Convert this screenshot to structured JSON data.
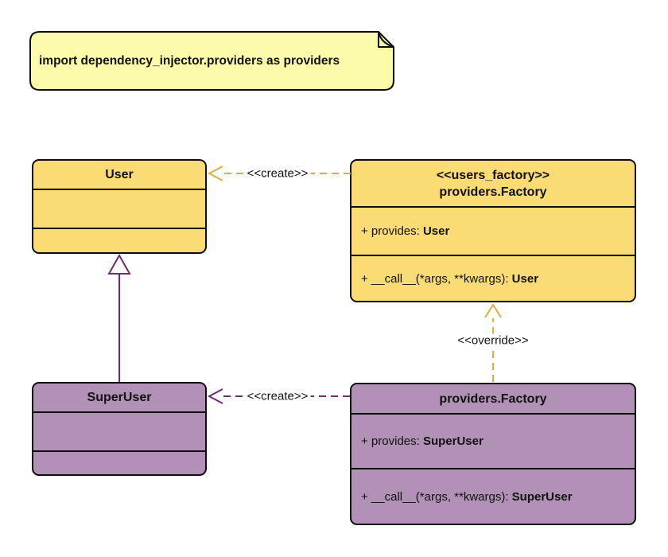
{
  "note": {
    "text": "import dependency_injector.providers as providers"
  },
  "classes": {
    "user": {
      "name": "User"
    },
    "superuser": {
      "name": "SuperUser"
    },
    "users_factory": {
      "stereotype": "<<users_factory>>",
      "name": "providers.Factory",
      "attribute": {
        "prefix": "+ provides: ",
        "type": "User"
      },
      "method": {
        "prefix": "+ __call__(*args, **kwargs): ",
        "type": "User"
      }
    },
    "superusers_factory": {
      "name": "providers.Factory",
      "attribute": {
        "prefix": "+ provides: ",
        "type": "SuperUser"
      },
      "method": {
        "prefix": "+ __call__(*args, **kwargs): ",
        "type": "SuperUser"
      }
    }
  },
  "edges": {
    "create_user": {
      "label": "<<create>>"
    },
    "create_superuser": {
      "label": "<<create>>"
    },
    "override": {
      "label": "<<override>>"
    }
  },
  "colors": {
    "yellow_fill": "#FBDB74",
    "yellow_line": "#E0AC3F",
    "purple_fill": "#B192B6",
    "purple_line": "#6B2D6B",
    "note_fill": "#FBFBAA",
    "outline": "#0D0D0D"
  }
}
